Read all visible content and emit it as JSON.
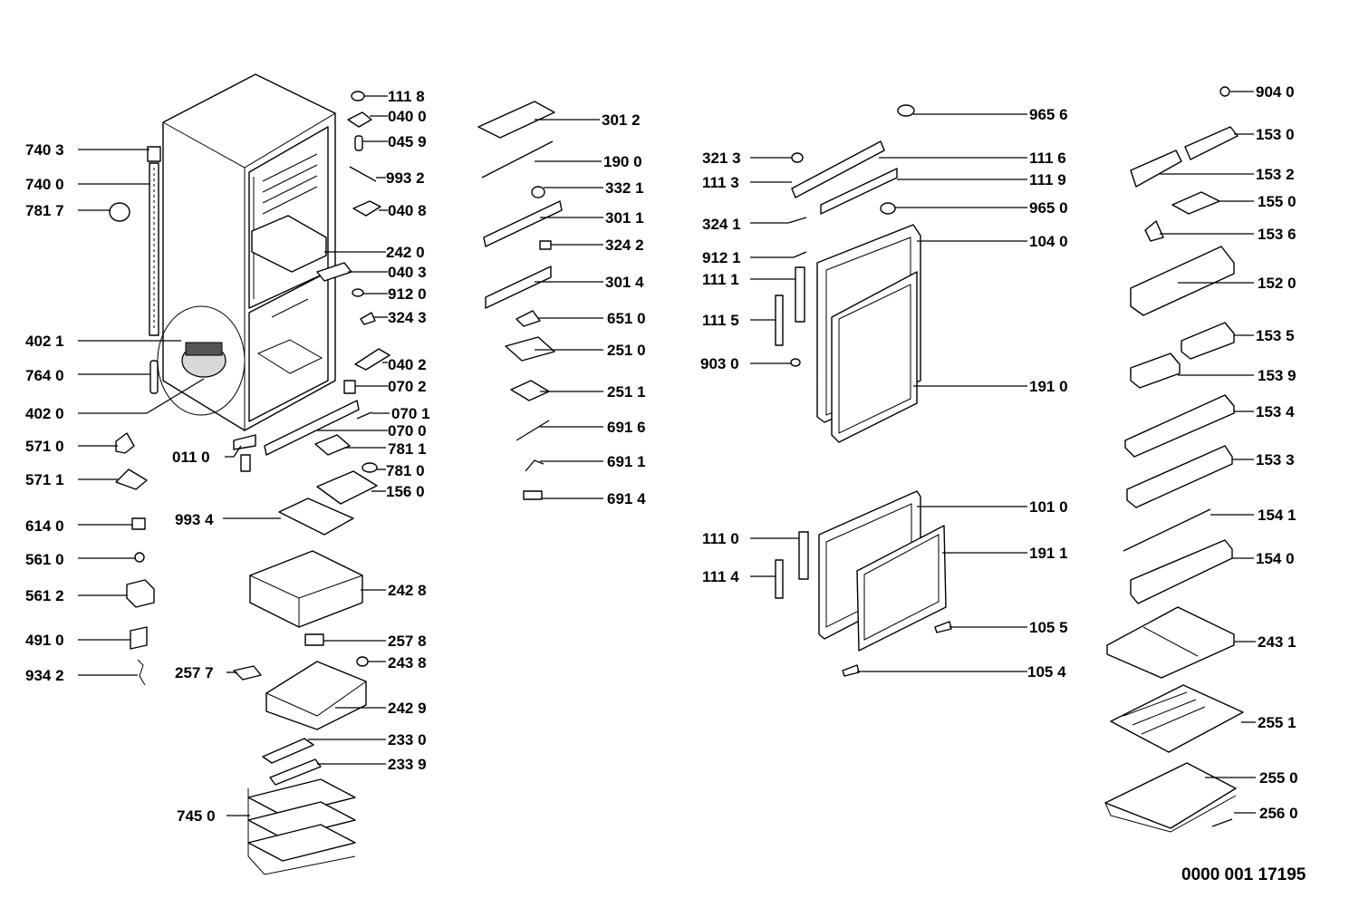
{
  "drawing_number": "0000 001 17195",
  "parts": [
    {
      "id": "p1118",
      "text": "111 8"
    },
    {
      "id": "p0400",
      "text": "040 0"
    },
    {
      "id": "p0459",
      "text": "045 9"
    },
    {
      "id": "p9932",
      "text": "993 2"
    },
    {
      "id": "p0408",
      "text": "040 8"
    },
    {
      "id": "p2420",
      "text": "242 0"
    },
    {
      "id": "p0403",
      "text": "040 3"
    },
    {
      "id": "p9120",
      "text": "912 0"
    },
    {
      "id": "p3243",
      "text": "324 3"
    },
    {
      "id": "p0402",
      "text": "040 2"
    },
    {
      "id": "p0702",
      "text": "070 2"
    },
    {
      "id": "p0701",
      "text": "070 1"
    },
    {
      "id": "p0700",
      "text": "070 0"
    },
    {
      "id": "p7811",
      "text": "781 1"
    },
    {
      "id": "p7810",
      "text": "781 0"
    },
    {
      "id": "p1560",
      "text": "156 0"
    },
    {
      "id": "p2428",
      "text": "242 8"
    },
    {
      "id": "p2578",
      "text": "257 8"
    },
    {
      "id": "p2438",
      "text": "243 8"
    },
    {
      "id": "p2429",
      "text": "242 9"
    },
    {
      "id": "p2330",
      "text": "233 0"
    },
    {
      "id": "p2339",
      "text": "233 9"
    },
    {
      "id": "p7403",
      "text": "740 3"
    },
    {
      "id": "p7400",
      "text": "740 0"
    },
    {
      "id": "p7817",
      "text": "781 7"
    },
    {
      "id": "p4021",
      "text": "402 1"
    },
    {
      "id": "p7640",
      "text": "764 0"
    },
    {
      "id": "p4020",
      "text": "402 0"
    },
    {
      "id": "p5710",
      "text": "571 0"
    },
    {
      "id": "p5711",
      "text": "571 1"
    },
    {
      "id": "p0110",
      "text": "011 0"
    },
    {
      "id": "p6140",
      "text": "614 0"
    },
    {
      "id": "p9934",
      "text": "993 4"
    },
    {
      "id": "p5610",
      "text": "561 0"
    },
    {
      "id": "p5612",
      "text": "561 2"
    },
    {
      "id": "p4910",
      "text": "491 0"
    },
    {
      "id": "p9342",
      "text": "934 2"
    },
    {
      "id": "p2577",
      "text": "257 7"
    },
    {
      "id": "p7450",
      "text": "745 0"
    },
    {
      "id": "p3012",
      "text": "301 2"
    },
    {
      "id": "p1900",
      "text": "190 0"
    },
    {
      "id": "p3321",
      "text": "332 1"
    },
    {
      "id": "p3011",
      "text": "301 1"
    },
    {
      "id": "p3242",
      "text": "324 2"
    },
    {
      "id": "p3014",
      "text": "301 4"
    },
    {
      "id": "p6510",
      "text": "651 0"
    },
    {
      "id": "p2510",
      "text": "251 0"
    },
    {
      "id": "p2511",
      "text": "251 1"
    },
    {
      "id": "p6916",
      "text": "691 6"
    },
    {
      "id": "p6911",
      "text": "691 1"
    },
    {
      "id": "p6914",
      "text": "691 4"
    },
    {
      "id": "p9656",
      "text": "965 6"
    },
    {
      "id": "p3213",
      "text": "321 3"
    },
    {
      "id": "p1116",
      "text": "111 6"
    },
    {
      "id": "p1113",
      "text": "111 3"
    },
    {
      "id": "p1119",
      "text": "111 9"
    },
    {
      "id": "p9650",
      "text": "965 0"
    },
    {
      "id": "p3241",
      "text": "324 1"
    },
    {
      "id": "p1040",
      "text": "104 0"
    },
    {
      "id": "p9121",
      "text": "912 1"
    },
    {
      "id": "p1111",
      "text": "111 1"
    },
    {
      "id": "p1115",
      "text": "111 5"
    },
    {
      "id": "p9030",
      "text": "903 0"
    },
    {
      "id": "p1910",
      "text": "191 0"
    },
    {
      "id": "p1010",
      "text": "101 0"
    },
    {
      "id": "p1110",
      "text": "111 0"
    },
    {
      "id": "p1911",
      "text": "191 1"
    },
    {
      "id": "p1114",
      "text": "111 4"
    },
    {
      "id": "p1055",
      "text": "105 5"
    },
    {
      "id": "p1054",
      "text": "105 4"
    },
    {
      "id": "p9040",
      "text": "904 0"
    },
    {
      "id": "p1530",
      "text": "153 0"
    },
    {
      "id": "p1532",
      "text": "153 2"
    },
    {
      "id": "p1550",
      "text": "155 0"
    },
    {
      "id": "p1536",
      "text": "153 6"
    },
    {
      "id": "p1520",
      "text": "152 0"
    },
    {
      "id": "p1535",
      "text": "153 5"
    },
    {
      "id": "p1539",
      "text": "153 9"
    },
    {
      "id": "p1534",
      "text": "153 4"
    },
    {
      "id": "p1533",
      "text": "153 3"
    },
    {
      "id": "p1541",
      "text": "154 1"
    },
    {
      "id": "p1540",
      "text": "154 0"
    },
    {
      "id": "p2431",
      "text": "243 1"
    },
    {
      "id": "p2551",
      "text": "255 1"
    },
    {
      "id": "p2550",
      "text": "255 0"
    },
    {
      "id": "p2560",
      "text": "256 0"
    }
  ]
}
